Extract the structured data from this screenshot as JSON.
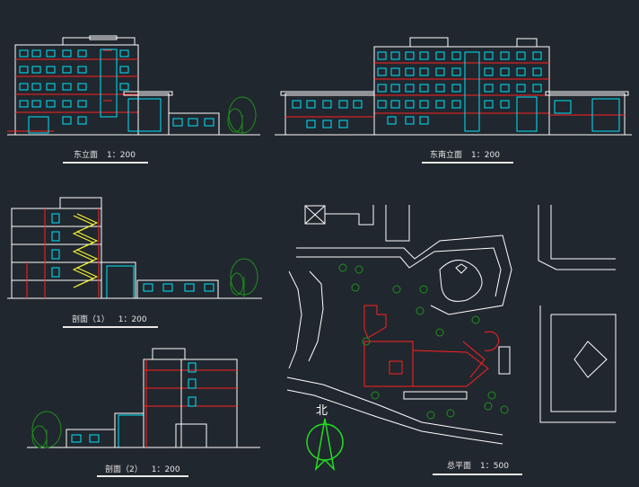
{
  "drawings": [
    {
      "id": "east-elevation",
      "title": "东立面",
      "scale": "1：200"
    },
    {
      "id": "southeast-elevation",
      "title": "东南立面",
      "scale": "1：200"
    },
    {
      "id": "section-1",
      "title": "剖面（1）",
      "scale": "1：200"
    },
    {
      "id": "section-2",
      "title": "剖面（2）",
      "scale": "1：200"
    },
    {
      "id": "site-plan",
      "title": "总平面",
      "scale": "1：500"
    }
  ],
  "north_label": "北",
  "colors": {
    "background": "#21272e",
    "line": "#ffffff",
    "window": "#00e5ff",
    "accent": "#ff2020",
    "stair": "#ffff33",
    "tree": "#1f8f1f",
    "north_arrow": "#22dd22"
  }
}
